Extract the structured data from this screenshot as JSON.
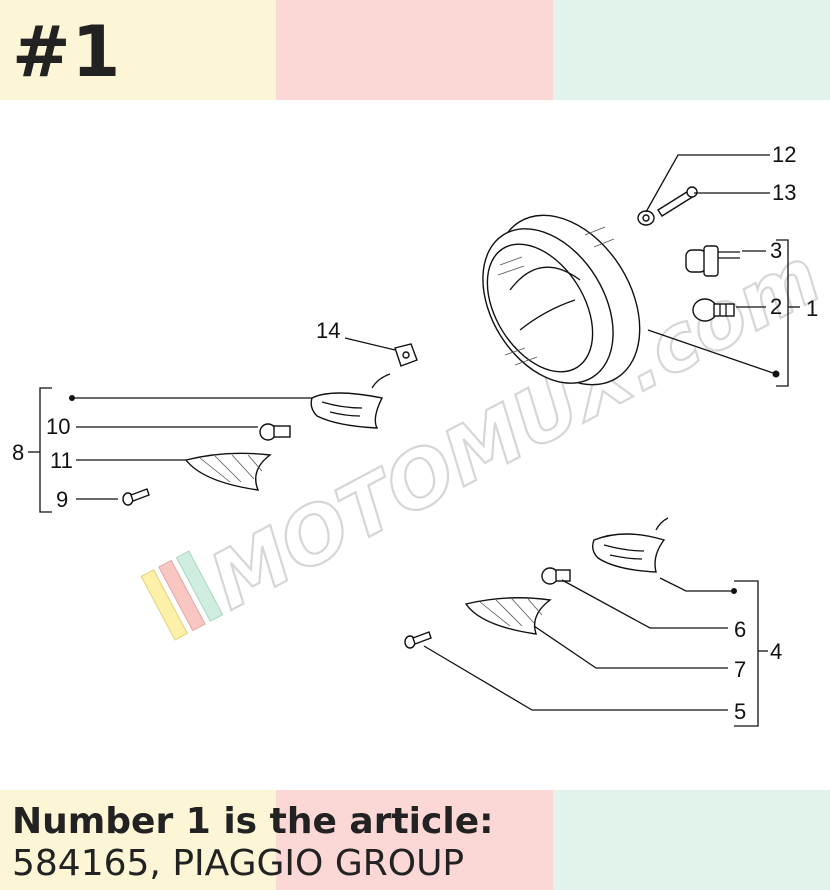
{
  "header": {
    "number": "#1"
  },
  "footer": {
    "line1": "Number 1 is the article:",
    "line2": "584165, PIAGGIO GROUP"
  },
  "watermark": {
    "text": "MOTOMUX.com",
    "colors": [
      "#fdf0a8",
      "#f9c6c2",
      "#cfeee0"
    ]
  },
  "labels": {
    "l1": "1",
    "l2": "2",
    "l3": "3",
    "l4": "4",
    "l5": "5",
    "l6": "6",
    "l7": "7",
    "l8": "8",
    "l9": "9",
    "l10": "10",
    "l11": "11",
    "l12": "12",
    "l13": "13",
    "l14": "14"
  },
  "colors": {
    "band_yellow": "#fdf6d6",
    "band_pink": "#fbd8d6",
    "band_green": "#e2f3ec",
    "ink": "#111111"
  }
}
